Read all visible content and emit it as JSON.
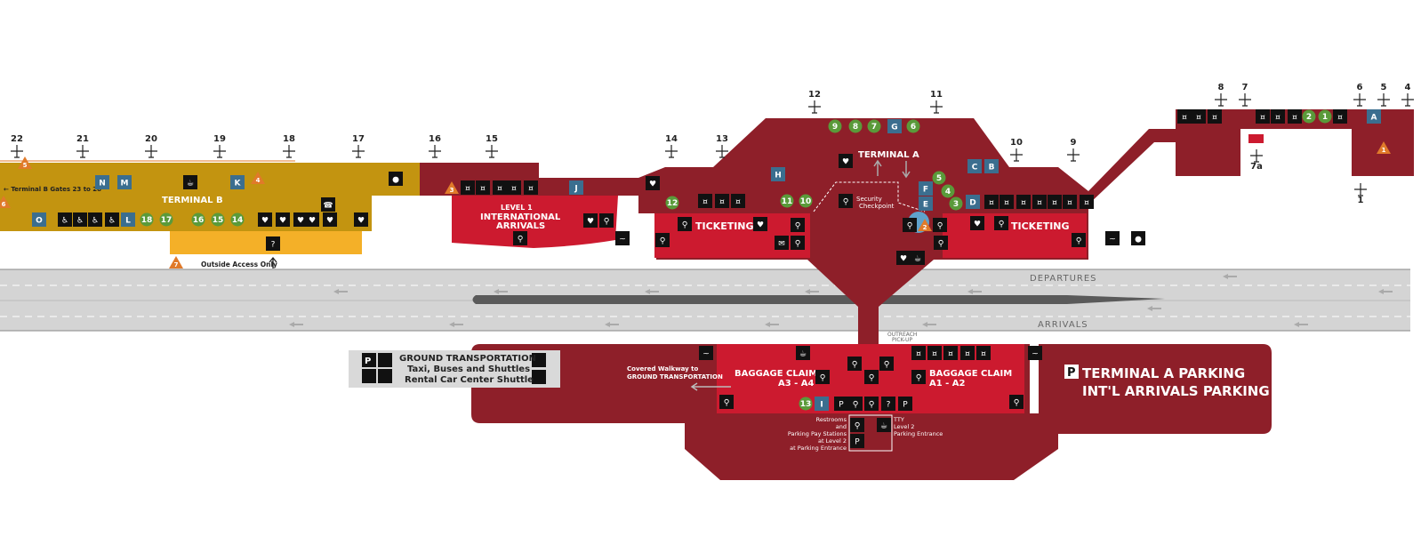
{
  "colors": {
    "terminal_b": "#c39410",
    "terminal_b_light": "#f4b028",
    "terminal_a": "#8e1f29",
    "ticketing": "#cc1a2f",
    "road": "#d4d4d4",
    "green": "#5a9a3a",
    "blue": "#3b6e8f",
    "orange": "#e07a2a"
  },
  "gates_b": [
    "22",
    "21",
    "20",
    "19",
    "18",
    "17",
    "16",
    "15"
  ],
  "gates_a": [
    "14",
    "13",
    "12",
    "11",
    "10",
    "9",
    "8",
    "7",
    "6",
    "5",
    "4"
  ],
  "gate_7a": "7a",
  "gate_1": "1",
  "terminal_b": {
    "name": "TERMINAL B",
    "gates_note": "Terminal B Gates 23 to 28",
    "outside_access": "Outside Access Only",
    "letters": [
      "N",
      "M",
      "K",
      "O",
      "L"
    ],
    "green_nums": [
      "18",
      "17",
      "16",
      "15",
      "14"
    ],
    "triangles": [
      "5",
      "4",
      "6",
      "7"
    ]
  },
  "intl": {
    "level": "LEVEL 1",
    "line1": "INTERNATIONAL",
    "line2": "ARRIVALS",
    "letter": "J",
    "triangle": "3"
  },
  "terminal_a": {
    "name": "TERMINAL A",
    "security": "Security",
    "checkpoint": "Checkpoint",
    "ticketing_left": "TICKETING",
    "ticketing_right": "TICKETING",
    "letters": [
      "H",
      "G",
      "C",
      "B",
      "F",
      "E",
      "D",
      "A"
    ],
    "green_top": [
      "9",
      "8",
      "7",
      "6"
    ],
    "green_left": [
      "12",
      "11",
      "10"
    ],
    "green_right": [
      "5",
      "4",
      "3"
    ],
    "green_east": [
      "2",
      "1"
    ],
    "triangles": [
      "2",
      "1"
    ]
  },
  "road": {
    "departures": "DEPARTURES",
    "arrivals": "ARRIVALS",
    "outreach1": "OUTREACH",
    "outreach2": "PICK-UP"
  },
  "ground": {
    "title": "GROUND TRANSPORTATION",
    "line2": "Taxi, Buses and Shuttles",
    "line3": "Rental Car Center Shuttle"
  },
  "baggage": {
    "covered1": "Covered Walkway to",
    "covered2": "GROUND TRANSPORTATION",
    "claim_left_1": "BAGGAGE CLAIM",
    "claim_left_2": "A3 - A4",
    "claim_right_1": "BAGGAGE CLAIM",
    "claim_right_2": "A1 - A2",
    "green": "13",
    "letter_i": "I",
    "restrooms": [
      "Restrooms",
      "and",
      "Parking Pay Stations",
      "at Level 2",
      "at Parking Entrance"
    ],
    "tty": [
      "TTY",
      "Level 2",
      "Parking Entrance"
    ]
  },
  "parking": {
    "p": "P",
    "line1": "TERMINAL A PARKING",
    "line2": "INT'L ARRIVALS PARKING"
  }
}
